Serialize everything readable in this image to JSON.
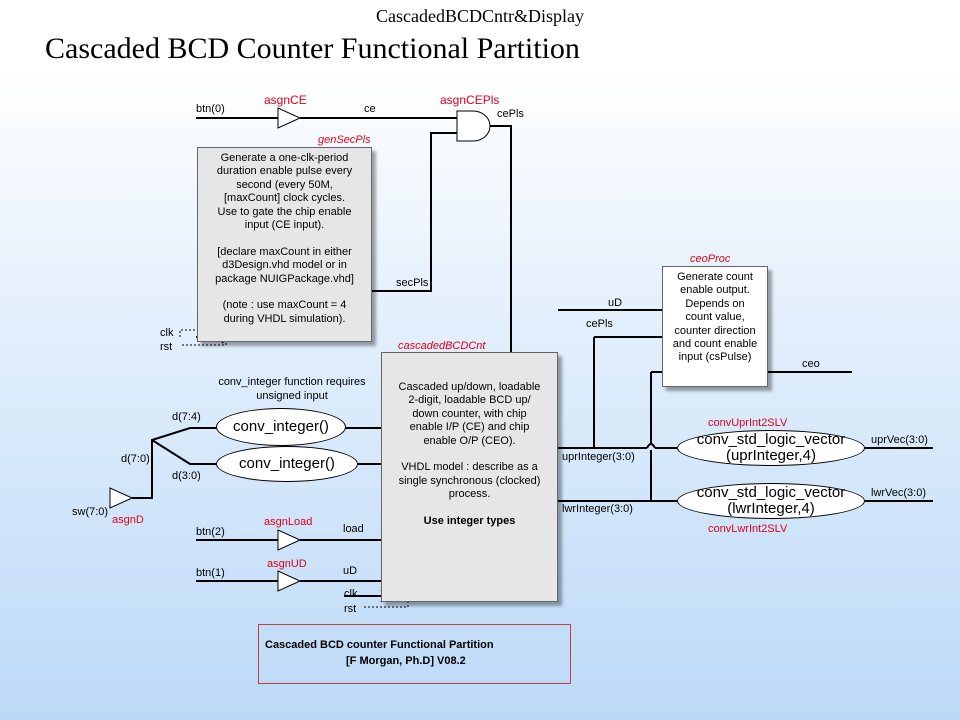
{
  "header": "CascadedBCDCntr&Display",
  "title": "Cascaded BCD Counter Functional Partition",
  "top": {
    "btn0": "btn(0)",
    "asgnCE": "asgnCE",
    "ce": "ce",
    "asgnCEPls": "asgnCEPls",
    "cePls": "cePls",
    "genSecPls": "genSecPls"
  },
  "gen_box": {
    "lines": [
      "Generate a one-clk-period",
      "duration enable pulse every",
      "second (every 50M,",
      "[maxCount] clock cycles.",
      "Use to gate the chip enable",
      "input (CE input).",
      "",
      "[declare maxCount in either",
      "d3Design.vhd model or in",
      "package NUIGPackage.vhd]",
      "",
      "(note : use maxCount = 4",
      "during VHDL simulation)."
    ],
    "secPls": "secPls",
    "clk": "clk",
    "rst": "rst"
  },
  "ceo_box": {
    "name": "ceoProc",
    "lines": [
      "Generate count",
      "enable output.",
      "Depends on",
      "count value,",
      "counter direction",
      "and count enable",
      "input (csPulse)"
    ],
    "uD": "uD",
    "cePls": "cePls",
    "ceo": "ceo"
  },
  "main_box": {
    "name": "cascadedBCDCnt",
    "lines": [
      "Cascaded up/down, loadable",
      "2-digit, loadable BCD up/",
      "down counter, with chip",
      "enable I/P (CE) and chip",
      "enable O/P (CEO).",
      "",
      "VHDL model : describe as a",
      "single synchronous (clocked)",
      "process."
    ],
    "bold": "Use integer types",
    "load": "load",
    "uD": "uD",
    "clk": "clk",
    "rst": "rst",
    "uprInteger": "uprInteger(3:0)",
    "lwrInteger": "lwrInteger(3:0)"
  },
  "left": {
    "note_line1": "conv_integer function requires",
    "note_line2": "unsigned input",
    "d74": "d(7:4)",
    "d70": "d(7:0)",
    "d30": "d(3:0)",
    "conv1": "conv_integer()",
    "conv2": "conv_integer()",
    "sw": "sw(7:0)",
    "asgnD": "asgnD",
    "btn2": "btn(2)",
    "asgnLoad": "asgnLoad",
    "btn1": "btn(1)",
    "asgnUD": "asgnUD"
  },
  "right": {
    "convUpr": "convUprInt2SLV",
    "upr_line1": "conv_std_logic_vector",
    "upr_line2": "(uprInteger,4)",
    "uprVec": "uprVec(3:0)",
    "lwr_line1": "conv_std_logic_vector",
    "lwr_line2": "(lwrInteger,4)",
    "lwrVec": "lwrVec(3:0)",
    "convLwr": "convLwrInt2SLV"
  },
  "credit": {
    "line1": "Cascaded BCD counter Functional Partition",
    "line2": "[F Morgan, Ph.D]  V08.2"
  }
}
